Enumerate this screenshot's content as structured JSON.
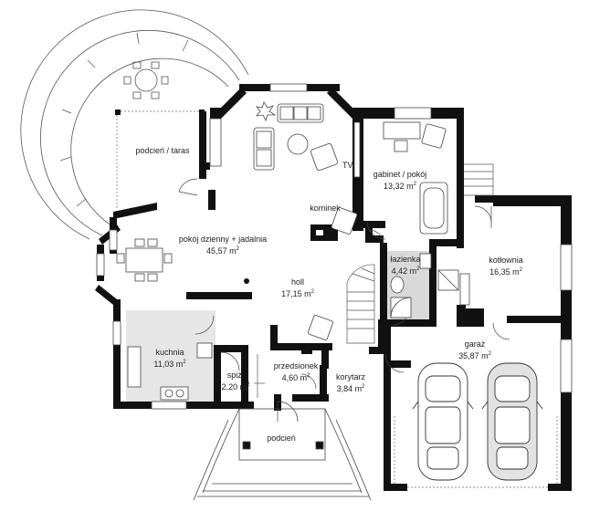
{
  "rooms": {
    "terrace": {
      "name": "podcień / taras",
      "area": ""
    },
    "living": {
      "name": "pokój dzienny + jadalnia",
      "area": "45,57 m",
      "unit_exp": "2"
    },
    "study": {
      "name": "gabinet / pokój",
      "area": "13,32 m",
      "unit_exp": "2"
    },
    "fireplace": {
      "name": "kominek",
      "area": ""
    },
    "bathroom": {
      "name": "łazienka",
      "area": "4,42 m",
      "unit_exp": "2"
    },
    "boiler": {
      "name": "kotłownia",
      "area": "16,35 m",
      "unit_exp": "2"
    },
    "hall": {
      "name": "holl",
      "area": "17,15 m",
      "unit_exp": "2"
    },
    "kitchen": {
      "name": "kuchnia",
      "area": "11,03 m",
      "unit_exp": "2"
    },
    "pantry": {
      "name": "spiż.",
      "area": "2,20 m",
      "unit_exp": "2"
    },
    "vestibule": {
      "name": "przedsionek",
      "area": "4,60 m",
      "unit_exp": "2"
    },
    "corridor": {
      "name": "korytarz",
      "area": "3,84 m",
      "unit_exp": "2"
    },
    "garage": {
      "name": "garaż",
      "area": "35,87 m",
      "unit_exp": "2"
    },
    "porch": {
      "name": "podcień",
      "area": ""
    }
  },
  "labels": {
    "tv": "TV"
  },
  "colors": {
    "wall": "#111111",
    "kitchen_floor": "#e6e6e6",
    "bath_floor": "#d9d9d9",
    "line": "#444444"
  }
}
